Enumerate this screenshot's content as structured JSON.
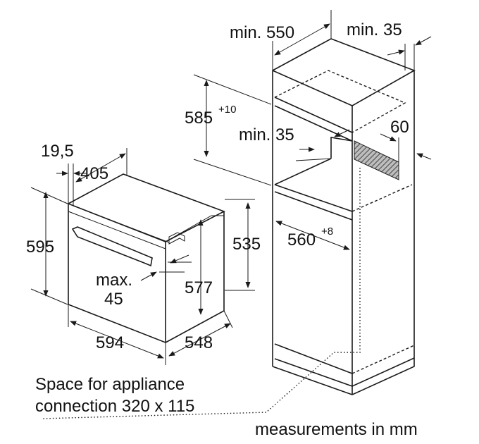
{
  "dimensions": {
    "oven_width": "594",
    "oven_height": "595",
    "oven_depth": "548",
    "front_panel_depth": "19,5",
    "body_width": "405",
    "inner_height_a": "535",
    "inner_height_b": "577",
    "handle_gap_max": "max.",
    "handle_gap_value": "45",
    "cabinet_depth": "min. 550",
    "top_gap": "min. 35",
    "niche_height": "585",
    "niche_height_tol": "+10",
    "side_gap": "min. 35",
    "vent": "60",
    "niche_width": "560",
    "niche_width_tol": "+8"
  },
  "notes": {
    "connection_line1": "Space for appliance",
    "connection_line2": "connection 320 x 115",
    "units": "measurements in mm"
  }
}
